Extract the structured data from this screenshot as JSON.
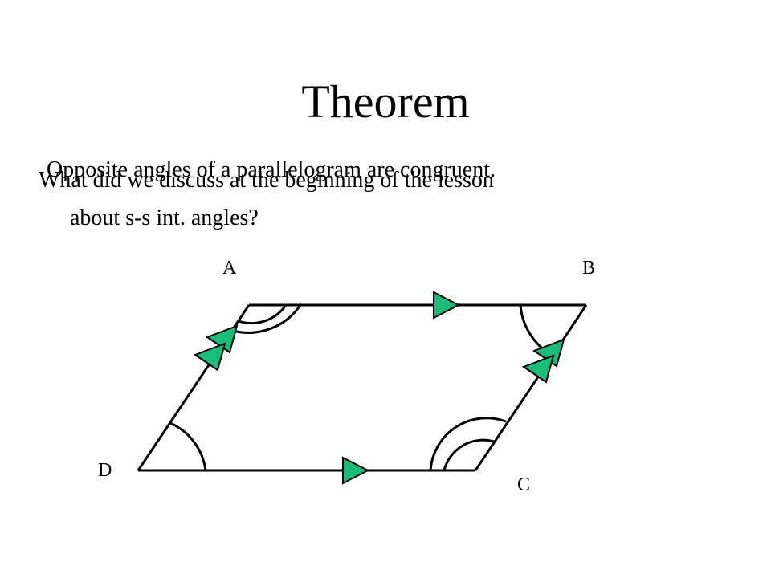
{
  "slide": {
    "title": "Theorem",
    "statement": "Opposite angles of a parallelogram are congruent.",
    "question": {
      "line1": "What did we discuss at the beginning of the lesson",
      "line2": "about s-s int. angles?"
    }
  },
  "diagram": {
    "shape": "parallelogram",
    "vertices": [
      {
        "id": "A",
        "label": "A"
      },
      {
        "id": "B",
        "label": "B"
      },
      {
        "id": "C",
        "label": "C"
      },
      {
        "id": "D",
        "label": "D"
      }
    ],
    "colors": {
      "stroke": "#000000",
      "arrow_fill": "#1ABC7A",
      "arrow_stroke": "#000000"
    }
  }
}
